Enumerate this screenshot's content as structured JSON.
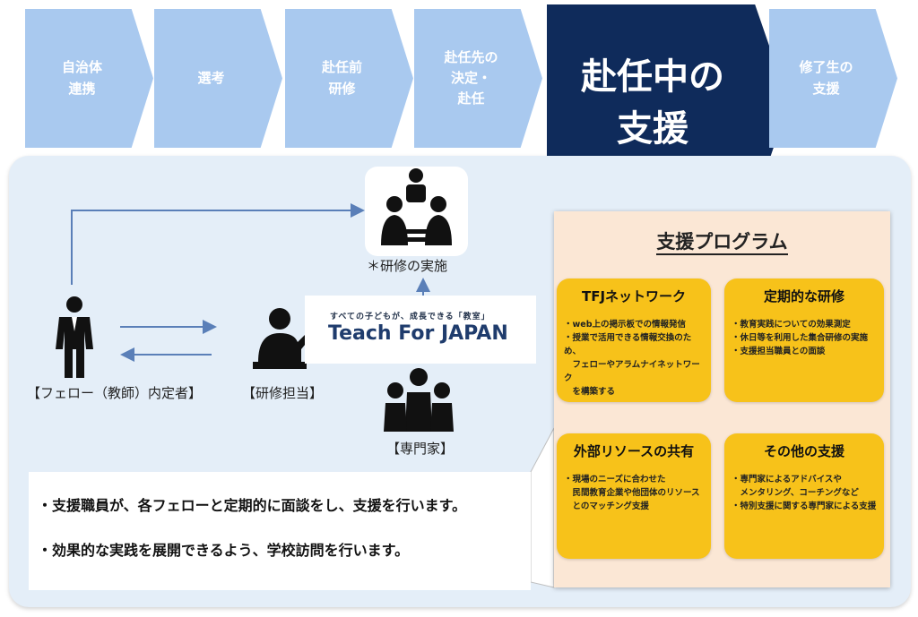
{
  "steps": [
    {
      "label": "自治体\n連携"
    },
    {
      "label": "選考"
    },
    {
      "label": "赴任前\n研修"
    },
    {
      "label": "赴任先の\n決定・\n赴任"
    },
    {
      "label": "赴任中の\n支援"
    },
    {
      "label": "修了生の\n支援"
    }
  ],
  "actors": {
    "fellow": "【フェロー（教師）内定者】",
    "trainer": "【研修担当】",
    "training": "＊研修の実施",
    "experts": "【専門家】"
  },
  "logo": {
    "tagline": "すべての子どもが、成長できる「教室」",
    "name": "Teach For JAPAN"
  },
  "notes": [
    "・支援職員が、各フェローと定期的に面談をし、支援を行います。",
    "・効果的な実践を展開できるよう、学校訪問を行います。"
  ],
  "program": {
    "title": "支援プログラム",
    "cards": [
      {
        "title": "TFJネットワーク",
        "items": [
          "・web上の掲示板での情報発信",
          "・授業で活用できる情報交換のため、\n　フェローやアラムナイネットワーク\n　を構築する"
        ]
      },
      {
        "title": "定期的な研修",
        "items": [
          "・教育実践についての効果測定",
          "・休日等を利用した集合研修の実施",
          "・支援担当職員との面談"
        ]
      },
      {
        "title": "外部リソースの共有",
        "items": [
          "・現場のニーズに合わせた\n　民間教育企業や他団体のリソース\n　とのマッチング支援"
        ]
      },
      {
        "title": "その他の支援",
        "items": [
          "・専門家によるアドバイスや\n　メンタリング、コーチングなど",
          "・特別支援に関する専門家による支援"
        ]
      }
    ]
  },
  "colors": {
    "step_light": "#a9c9ef",
    "step_active": "#0f2b5b",
    "panel": "#e4eef8",
    "program_bg": "#fbe7d5",
    "card": "#f7c21a",
    "arrow": "#5a7fb8"
  }
}
